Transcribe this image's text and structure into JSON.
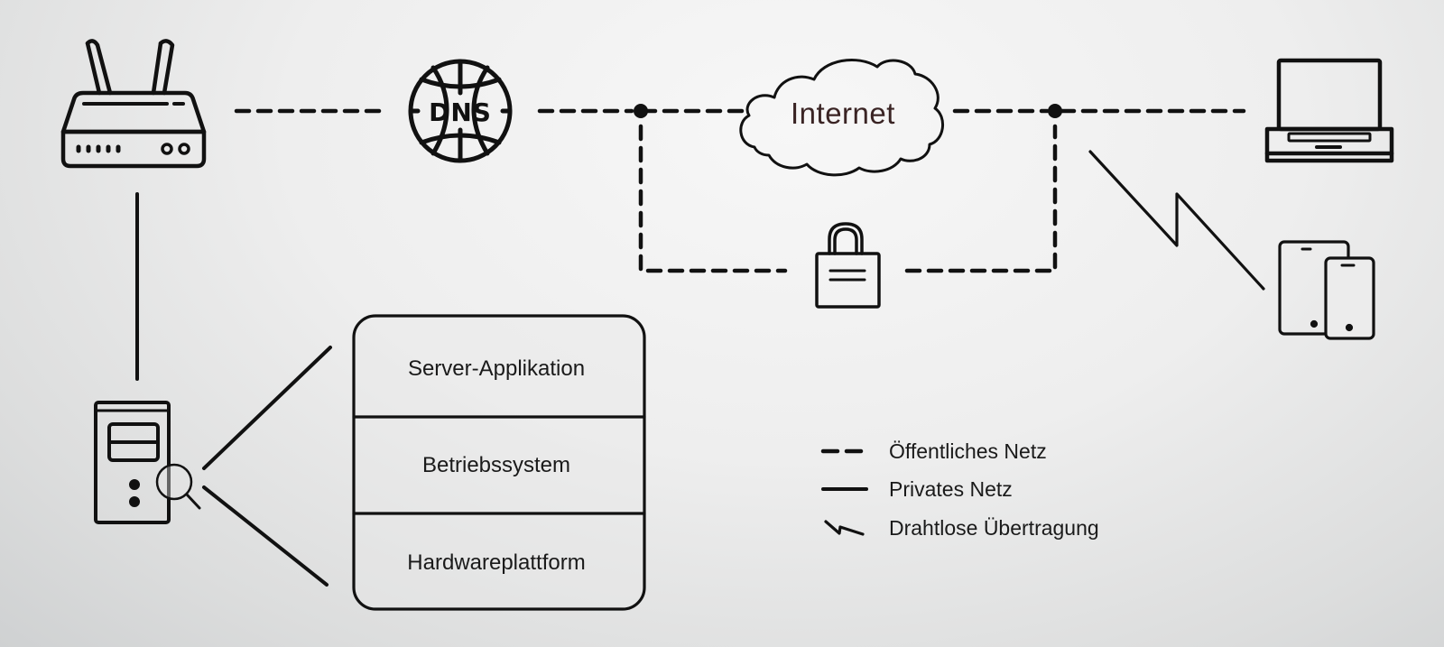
{
  "diagram": {
    "nodes": {
      "router": {
        "icon": "router-icon"
      },
      "dns": {
        "icon": "dns-globe-icon",
        "label": "DNS"
      },
      "internet": {
        "icon": "cloud-icon",
        "label": "Internet"
      },
      "vpn": {
        "icon": "lock-icon"
      },
      "laptop": {
        "icon": "laptop-icon"
      },
      "mobile": {
        "icon": "tablet-phone-icon"
      },
      "server": {
        "icon": "server-search-icon"
      }
    },
    "server_stack": {
      "layers": [
        "Server-Applikation",
        "Betriebssystem",
        "Hardwareplattform"
      ]
    },
    "legend": {
      "items": [
        {
          "type": "dashed",
          "label": "Öffentliches Netz"
        },
        {
          "type": "solid",
          "label": "Privates Netz"
        },
        {
          "type": "wireless",
          "label": "Drahtlose Übertragung"
        }
      ]
    },
    "colors": {
      "stroke": "#111111",
      "internet_text": "#3a2424"
    }
  }
}
